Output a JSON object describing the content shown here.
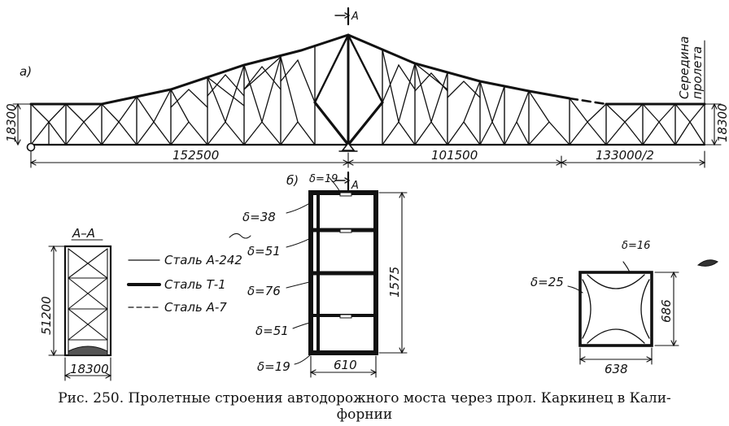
{
  "labels": {
    "part_a": "а)",
    "part_b": "б)",
    "section_mark": "A",
    "midspan": [
      "Середина",
      "пролета"
    ],
    "height_left": "18300",
    "height_right": "18300",
    "span_1": "152500",
    "span_2": "101500",
    "span_3": "133000/2",
    "section_title": "А–А",
    "section_height": "51200",
    "section_width": "18300",
    "box_delta_top": "δ=19",
    "box_delta_38": "δ=38",
    "box_delta_51_a": "δ=51",
    "box_delta_76": "δ=76",
    "box_delta_51_b": "δ=51",
    "box_delta_bottom": "δ=19",
    "box_height": "1575",
    "box_width": "610",
    "small_delta_top": "δ=16",
    "small_delta_left": "δ=25",
    "small_height": "686",
    "small_width": "638"
  },
  "legend": [
    {
      "text": "Сталь А-242",
      "style": "thin"
    },
    {
      "text": "Сталь Т-1",
      "style": "thick"
    },
    {
      "text": "Сталь А-7",
      "style": "dashed"
    }
  ],
  "caption": {
    "line1": "Рис. 250. Пролетные строения автодорожного моста  через прол. Каркинец в Кали-",
    "line2": "форнии"
  }
}
